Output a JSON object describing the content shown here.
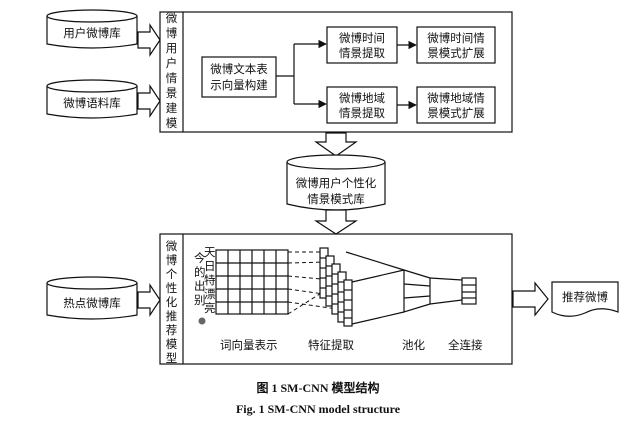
{
  "diagram": {
    "user_db": "用户微博库",
    "corpus_db": "微博语料库",
    "hot_db": "热点微博库",
    "modeling_title": [
      "微",
      "博",
      "用",
      "户",
      "情",
      "景",
      "建",
      "模"
    ],
    "text_vector": [
      "微博文本表",
      "示向量构建"
    ],
    "time_extract": [
      "微博时间",
      "情景提取"
    ],
    "time_expand": [
      "微博时间情",
      "景模式扩展"
    ],
    "geo_extract": [
      "微博地域",
      "情景提取"
    ],
    "geo_expand": [
      "微博地域情",
      "景模式扩展"
    ],
    "pattern_db": [
      "微博用户个性化",
      "情景模式库"
    ],
    "recommend_title": [
      "微",
      "博",
      "个",
      "性",
      "化",
      "推",
      "荐",
      "模",
      "型"
    ],
    "word_cols": [
      [
        "今",
        "的",
        "出",
        "别"
      ],
      [
        "天",
        "日",
        "特",
        "漂",
        "亮"
      ]
    ],
    "word_vector_label": "词向量表示",
    "feature_label": "特征提取",
    "pooling_label": "池化",
    "fc_label": "全连接",
    "output_doc": "推荐微博"
  },
  "caption": {
    "cn": "图 1    SM-CNN 模型结构",
    "en": "Fig. 1    SM-CNN model structure"
  }
}
